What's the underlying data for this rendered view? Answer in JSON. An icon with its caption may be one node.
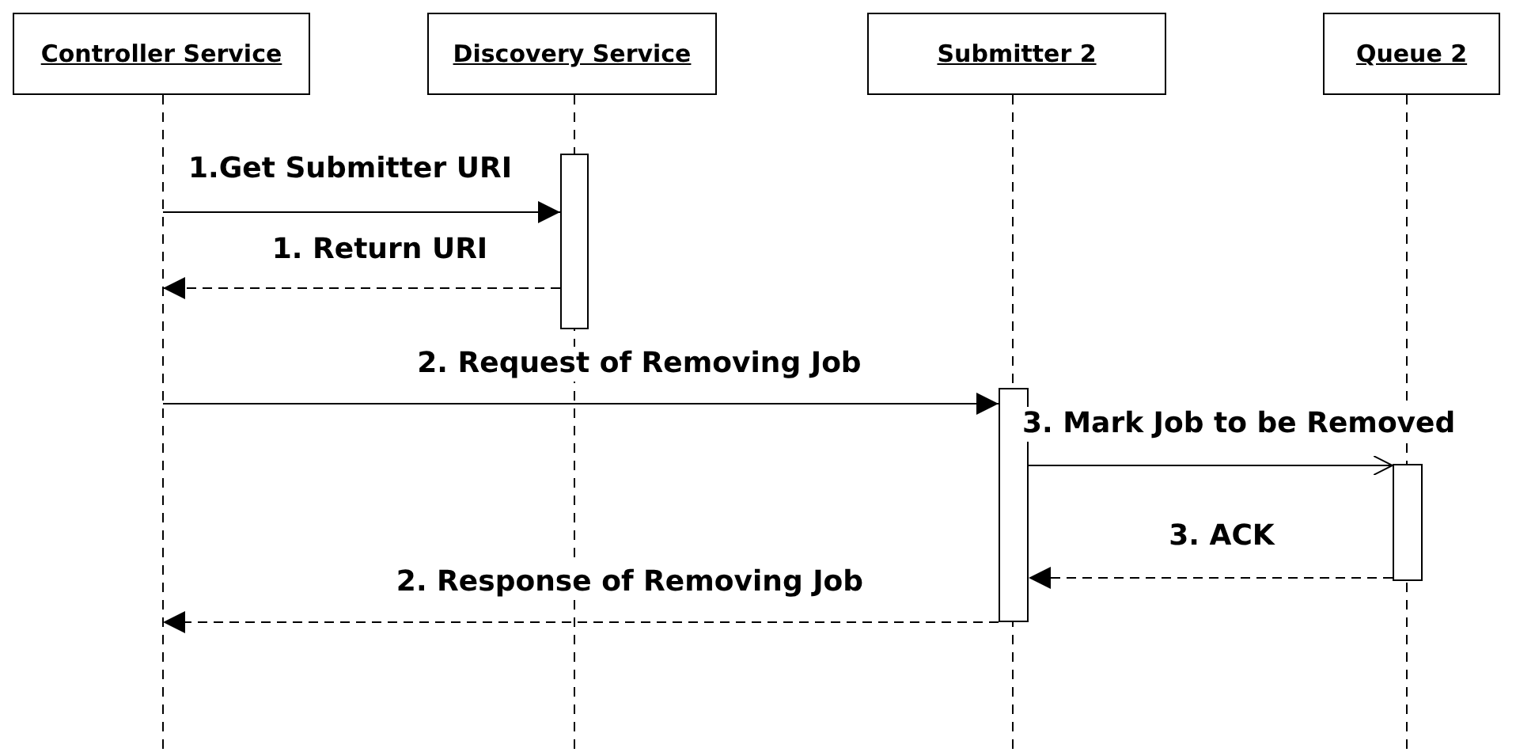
{
  "diagram": {
    "nodes": [
      {
        "text": [
          "Controller Service"
        ]
      },
      {
        "text": [
          "Discovery Service"
        ]
      },
      {
        "text": [
          "Submitter 2"
        ]
      },
      {
        "text": [
          "Queue 2"
        ]
      },
      {
        "text": [],
        "shape": "bar"
      },
      {
        "text": [],
        "shape": "bar"
      },
      {
        "text": [],
        "shape": "bar"
      }
    ],
    "edges": [
      {
        "from": null,
        "to": 4,
        "arrow": "to",
        "label": "1.Get Submitter URI"
      },
      {
        "from": 4,
        "to": null,
        "arrow": "to",
        "label": "1. Return URI",
        "style": "dashed"
      },
      {
        "from": null,
        "to": 5,
        "arrow": "to",
        "label": "2. Request of Removing Job"
      },
      {
        "from": 5,
        "to": 6,
        "arrow": "to",
        "label": "3. Mark Job to be Removed"
      },
      {
        "from": 6,
        "to": 5,
        "arrow": "to",
        "label": "3. ACK",
        "style": "dashed"
      },
      {
        "from": 5,
        "to": null,
        "arrow": "to",
        "label": "2. Response of Removing Job",
        "style": "dashed"
      }
    ]
  }
}
